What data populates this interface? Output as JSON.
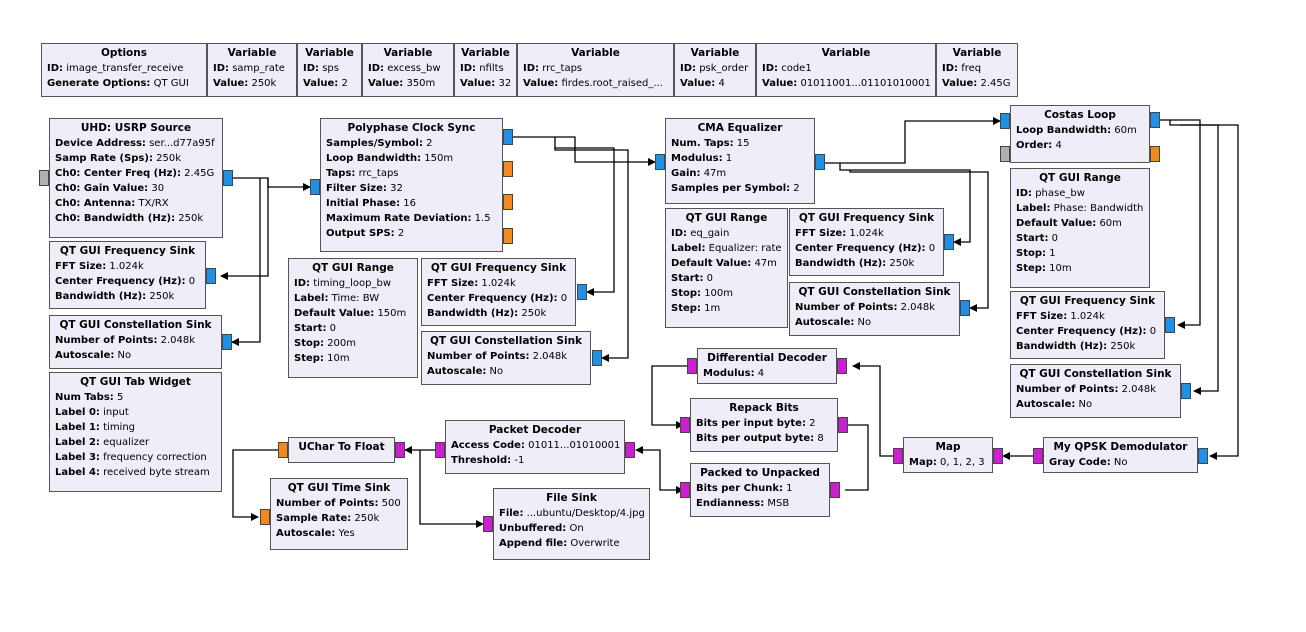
{
  "colors": {
    "block_bg": "#efedf8",
    "port_complex": "#1e90e6",
    "port_float": "#f28a1d",
    "port_byte": "#cc1fd1",
    "port_msg": "#b0b0b0",
    "wire": "#000000"
  },
  "blocks": [
    {
      "id": "options",
      "title": "Options",
      "rows": [
        {
          "k": "ID:",
          "v": " image_transfer_receive"
        },
        {
          "k": "Generate Options:",
          "v": " QT GUI"
        }
      ]
    },
    {
      "id": "var_samp_rate",
      "title": "Variable",
      "rows": [
        {
          "k": "ID:",
          "v": " samp_rate"
        },
        {
          "k": "Value:",
          "v": " 250k"
        }
      ]
    },
    {
      "id": "var_sps",
      "title": "Variable",
      "rows": [
        {
          "k": "ID:",
          "v": " sps"
        },
        {
          "k": "Value:",
          "v": " 2"
        }
      ]
    },
    {
      "id": "var_excess_bw",
      "title": "Variable",
      "rows": [
        {
          "k": "ID:",
          "v": " excess_bw"
        },
        {
          "k": "Value:",
          "v": " 350m"
        }
      ]
    },
    {
      "id": "var_nfilts",
      "title": "Variable",
      "rows": [
        {
          "k": "ID:",
          "v": " nfilts"
        },
        {
          "k": "Value:",
          "v": " 32"
        }
      ]
    },
    {
      "id": "var_rrc_taps",
      "title": "Variable",
      "rows": [
        {
          "k": "ID:",
          "v": " rrc_taps"
        },
        {
          "k": "Value:",
          "v": " firdes.root_raised_..."
        }
      ]
    },
    {
      "id": "var_psk_order",
      "title": "Variable",
      "rows": [
        {
          "k": "ID:",
          "v": " psk_order"
        },
        {
          "k": "Value:",
          "v": " 4"
        }
      ]
    },
    {
      "id": "var_code1",
      "title": "Variable",
      "rows": [
        {
          "k": "ID:",
          "v": " code1"
        },
        {
          "k": "Value:",
          "v": " 01011001...01101010001"
        }
      ]
    },
    {
      "id": "var_freq",
      "title": "Variable",
      "rows": [
        {
          "k": "ID:",
          "v": " freq"
        },
        {
          "k": "Value:",
          "v": " 2.45G"
        }
      ]
    },
    {
      "id": "uhd_usrp_source",
      "title": "UHD: USRP Source",
      "rows": [
        {
          "k": "Device Address:",
          "v": " ser...d77a95f"
        },
        {
          "k": "Samp Rate (Sps):",
          "v": " 250k"
        },
        {
          "k": "Ch0: Center Freq (Hz):",
          "v": " 2.45G"
        },
        {
          "k": "Ch0: Gain Value:",
          "v": " 30"
        },
        {
          "k": "Ch0: Antenna:",
          "v": " TX/RX"
        },
        {
          "k": "Ch0: Bandwidth (Hz):",
          "v": " 250k"
        }
      ]
    },
    {
      "id": "freq_sink_1",
      "title": "QT GUI Frequency Sink",
      "rows": [
        {
          "k": "FFT Size:",
          "v": " 1.024k"
        },
        {
          "k": "Center Frequency (Hz):",
          "v": " 0"
        },
        {
          "k": "Bandwidth (Hz):",
          "v": " 250k"
        }
      ]
    },
    {
      "id": "const_sink_1",
      "title": "QT GUI Constellation Sink",
      "rows": [
        {
          "k": "Number of Points:",
          "v": " 2.048k"
        },
        {
          "k": "Autoscale:",
          "v": " No"
        }
      ]
    },
    {
      "id": "tab_widget",
      "title": "QT GUI Tab Widget",
      "rows": [
        {
          "k": "Num Tabs:",
          "v": " 5"
        },
        {
          "k": "Label 0:",
          "v": " input"
        },
        {
          "k": "Label 1:",
          "v": " timing"
        },
        {
          "k": "Label 2:",
          "v": " equalizer"
        },
        {
          "k": "Label 3:",
          "v": " frequency correction"
        },
        {
          "k": "Label 4:",
          "v": " received byte stream"
        }
      ]
    },
    {
      "id": "polyphase_clock_sync",
      "title": "Polyphase Clock Sync",
      "rows": [
        {
          "k": "Samples/Symbol:",
          "v": " 2"
        },
        {
          "k": "Loop Bandwidth:",
          "v": " 150m"
        },
        {
          "k": "Taps:",
          "v": " rrc_taps"
        },
        {
          "k": "Filter Size:",
          "v": " 32"
        },
        {
          "k": "Initial Phase:",
          "v": " 16"
        },
        {
          "k": "Maximum Rate Deviation:",
          "v": " 1.5"
        },
        {
          "k": "Output SPS:",
          "v": " 2"
        }
      ]
    },
    {
      "id": "range_timing",
      "title": "QT GUI Range",
      "rows": [
        {
          "k": "ID:",
          "v": " timing_loop_bw"
        },
        {
          "k": "Label:",
          "v": " Time: BW"
        },
        {
          "k": "Default Value:",
          "v": " 150m"
        },
        {
          "k": "Start:",
          "v": " 0"
        },
        {
          "k": "Stop:",
          "v": " 200m"
        },
        {
          "k": "Step:",
          "v": " 10m"
        }
      ]
    },
    {
      "id": "freq_sink_2",
      "title": "QT GUI Frequency Sink",
      "rows": [
        {
          "k": "FFT Size:",
          "v": " 1.024k"
        },
        {
          "k": "Center Frequency (Hz):",
          "v": " 0"
        },
        {
          "k": "Bandwidth (Hz):",
          "v": " 250k"
        }
      ]
    },
    {
      "id": "const_sink_2",
      "title": "QT GUI Constellation Sink",
      "rows": [
        {
          "k": "Number of Points:",
          "v": " 2.048k"
        },
        {
          "k": "Autoscale:",
          "v": " No"
        }
      ]
    },
    {
      "id": "cma_equalizer",
      "title": "CMA Equalizer",
      "rows": [
        {
          "k": "Num. Taps:",
          "v": " 15"
        },
        {
          "k": "Modulus:",
          "v": " 1"
        },
        {
          "k": "Gain:",
          "v": " 47m"
        },
        {
          "k": "Samples per Symbol:",
          "v": " 2"
        }
      ]
    },
    {
      "id": "range_eq",
      "title": "QT GUI Range",
      "rows": [
        {
          "k": "ID:",
          "v": " eq_gain"
        },
        {
          "k": "Label:",
          "v": " Equalizer: rate"
        },
        {
          "k": "Default Value:",
          "v": " 47m"
        },
        {
          "k": "Start:",
          "v": " 0"
        },
        {
          "k": "Stop:",
          "v": " 100m"
        },
        {
          "k": "Step:",
          "v": " 1m"
        }
      ]
    },
    {
      "id": "freq_sink_3",
      "title": "QT GUI Frequency Sink",
      "rows": [
        {
          "k": "FFT Size:",
          "v": " 1.024k"
        },
        {
          "k": "Center Frequency (Hz):",
          "v": " 0"
        },
        {
          "k": "Bandwidth (Hz):",
          "v": " 250k"
        }
      ]
    },
    {
      "id": "const_sink_3",
      "title": "QT GUI Constellation Sink",
      "rows": [
        {
          "k": "Number of Points:",
          "v": " 2.048k"
        },
        {
          "k": "Autoscale:",
          "v": " No"
        }
      ]
    },
    {
      "id": "costas_loop",
      "title": "Costas Loop",
      "rows": [
        {
          "k": "Loop Bandwidth:",
          "v": " 60m"
        },
        {
          "k": "Order:",
          "v": " 4"
        }
      ]
    },
    {
      "id": "range_phase",
      "title": "QT GUI Range",
      "rows": [
        {
          "k": "ID:",
          "v": " phase_bw"
        },
        {
          "k": "Label:",
          "v": " Phase: Bandwidth"
        },
        {
          "k": "Default Value:",
          "v": " 60m"
        },
        {
          "k": "Start:",
          "v": " 0"
        },
        {
          "k": "Stop:",
          "v": " 1"
        },
        {
          "k": "Step:",
          "v": " 10m"
        }
      ]
    },
    {
      "id": "freq_sink_4",
      "title": "QT GUI Frequency Sink",
      "rows": [
        {
          "k": "FFT Size:",
          "v": " 1.024k"
        },
        {
          "k": "Center Frequency (Hz):",
          "v": " 0"
        },
        {
          "k": "Bandwidth (Hz):",
          "v": " 250k"
        }
      ]
    },
    {
      "id": "const_sink_4",
      "title": "QT GUI Constellation Sink",
      "rows": [
        {
          "k": "Number of Points:",
          "v": " 2.048k"
        },
        {
          "k": "Autoscale:",
          "v": " No"
        }
      ]
    },
    {
      "id": "differential_decoder",
      "title": "Differential Decoder",
      "rows": [
        {
          "k": "Modulus:",
          "v": " 4"
        }
      ]
    },
    {
      "id": "repack_bits",
      "title": "Repack Bits",
      "rows": [
        {
          "k": "Bits per input byte:",
          "v": " 2"
        },
        {
          "k": "Bits per output byte:",
          "v": " 8"
        }
      ]
    },
    {
      "id": "packed_to_unpacked",
      "title": "Packed to Unpacked",
      "rows": [
        {
          "k": "Bits per Chunk:",
          "v": " 1"
        },
        {
          "k": "Endianness:",
          "v": " MSB"
        }
      ]
    },
    {
      "id": "map",
      "title": "Map",
      "rows": [
        {
          "k": "Map:",
          "v": " 0, 1, 2, 3"
        }
      ]
    },
    {
      "id": "qpsk_demod",
      "title": "My QPSK Demodulator",
      "rows": [
        {
          "k": "Gray Code:",
          "v": " No"
        }
      ]
    },
    {
      "id": "packet_decoder",
      "title": "Packet Decoder",
      "rows": [
        {
          "k": "Access Code:",
          "v": " 01011...01010001"
        },
        {
          "k": "Threshold:",
          "v": " -1"
        }
      ]
    },
    {
      "id": "uchar_to_float",
      "title": "UChar To Float",
      "rows": []
    },
    {
      "id": "time_sink",
      "title": "QT GUI Time Sink",
      "rows": [
        {
          "k": "Number of Points:",
          "v": " 500"
        },
        {
          "k": "Sample Rate:",
          "v": " 250k"
        },
        {
          "k": "Autoscale:",
          "v": " Yes"
        }
      ]
    },
    {
      "id": "file_sink",
      "title": "File Sink",
      "rows": [
        {
          "k": "File:",
          "v": " ...ubuntu/Desktop/4.jpg"
        },
        {
          "k": "Unbuffered:",
          "v": " On"
        },
        {
          "k": "Append file:",
          "v": " Overwrite"
        }
      ]
    }
  ]
}
